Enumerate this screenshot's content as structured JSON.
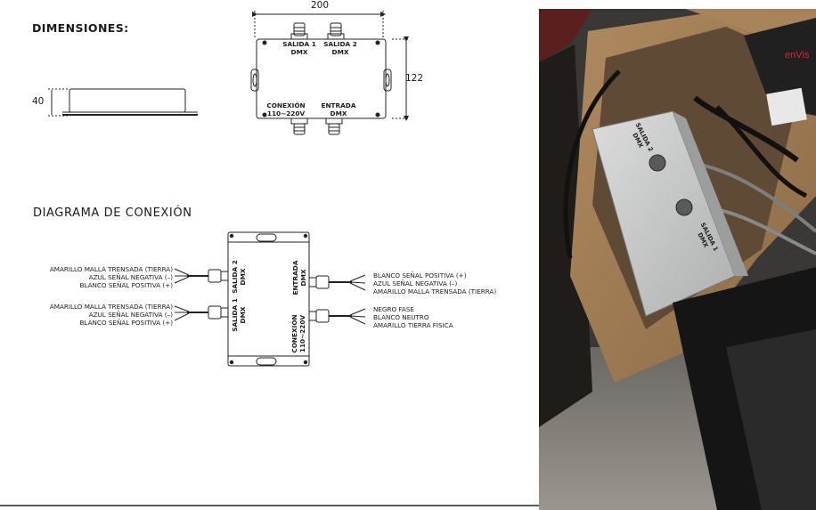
{
  "dimensions": {
    "heading": "DIMENSIONES:",
    "width": "200",
    "height": "122",
    "depth": "40",
    "top_connectors": [
      {
        "line1": "SALIDA 1",
        "line2": "DMX"
      },
      {
        "line1": "SALIDA 2",
        "line2": "DMX"
      }
    ],
    "bottom_connectors": [
      {
        "line1": "CONEXIÓN",
        "line2": "110~220V"
      },
      {
        "line1": "ENTRADA",
        "line2": "DMX"
      }
    ]
  },
  "connection": {
    "heading": "DIAGRAMA DE CONEXIÓN",
    "left_ports": [
      {
        "label_line1": "SALIDA 2",
        "label_line2": "DMX",
        "wires": [
          "AMARILLO MALLA TRENSADA (TIERRA)",
          "AZUL SEÑAL NEGATIVA (–)",
          "BLANCO SEÑAL POSITIVA (+)"
        ]
      },
      {
        "label_line1": "SALIDA 1",
        "label_line2": "DMX",
        "wires": [
          "AMARILLO MALLA TRENSADA (TIERRA)",
          "AZUL SEÑAL NEGATIVA (–)",
          "BLANCO SEÑAL POSITIVA (+)"
        ]
      }
    ],
    "right_ports": [
      {
        "label_line1": "ENTRADA",
        "label_line2": "DMX",
        "wires": [
          "BLANCO SEÑAL POSITIVA (+)",
          "AZUL SEÑAL NEGATIVA (–)",
          "AMARILLO MALLA TRENSADA (TIERRA)"
        ]
      },
      {
        "label_line1": "CONEXIÓN",
        "label_line2": "110~220V",
        "wires": [
          "NEGRO FASE",
          "BLANCO NEUTRO",
          "AMARILLO TIERRA FÍSICA"
        ]
      }
    ]
  },
  "photo": {
    "brand": "enVis",
    "box_labels": [
      {
        "line1": "SALIDA 2",
        "line2": "DMX"
      },
      {
        "line1": "SALIDA 1",
        "line2": "DMX"
      }
    ]
  },
  "icons": [
    "box-outline",
    "cable-gland",
    "wire-bundle",
    "mounting-hole"
  ]
}
